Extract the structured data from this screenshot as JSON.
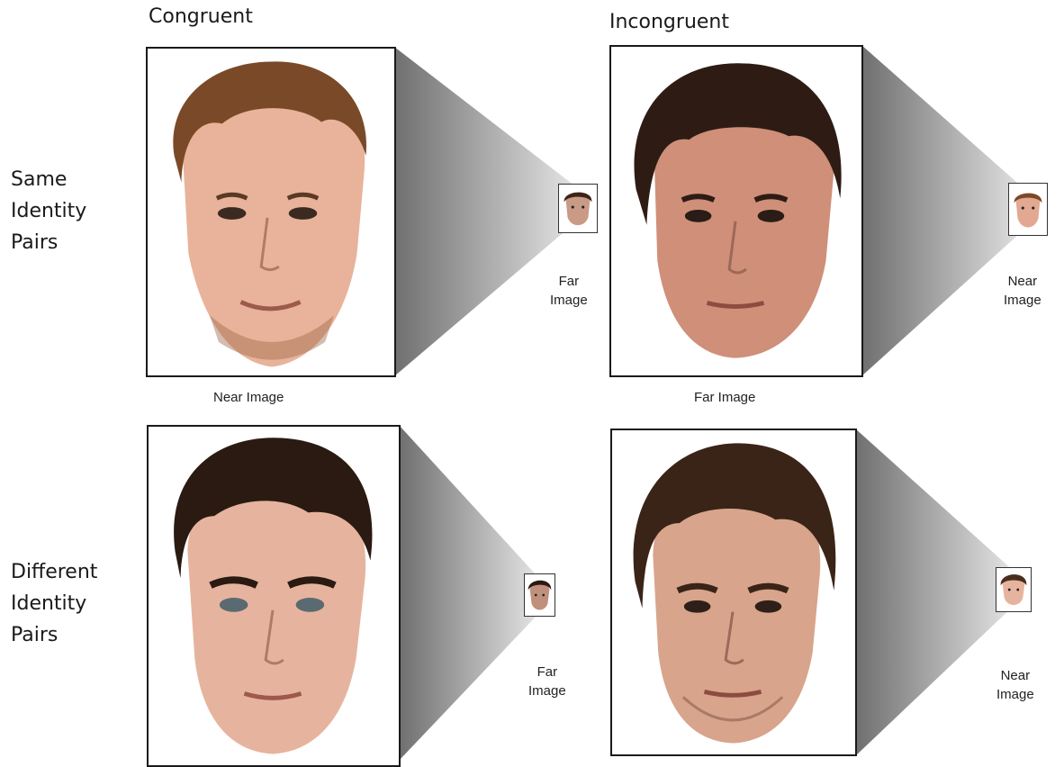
{
  "columns": {
    "congruent": "Congruent",
    "incongruent": "Incongruent"
  },
  "rows": {
    "same": [
      "Same",
      "Identity",
      "Pairs"
    ],
    "different": [
      "Different",
      "Identity",
      "Pairs"
    ]
  },
  "captions": {
    "near_image": "Near Image",
    "far_image": "Far Image",
    "far": [
      "Far",
      "Image"
    ],
    "near": [
      "Near",
      "Image"
    ]
  },
  "colors": {
    "cone_dark": "#6f6f6f",
    "cone_light": "#f2f2f2",
    "frame_border": "#1a1a1a"
  }
}
